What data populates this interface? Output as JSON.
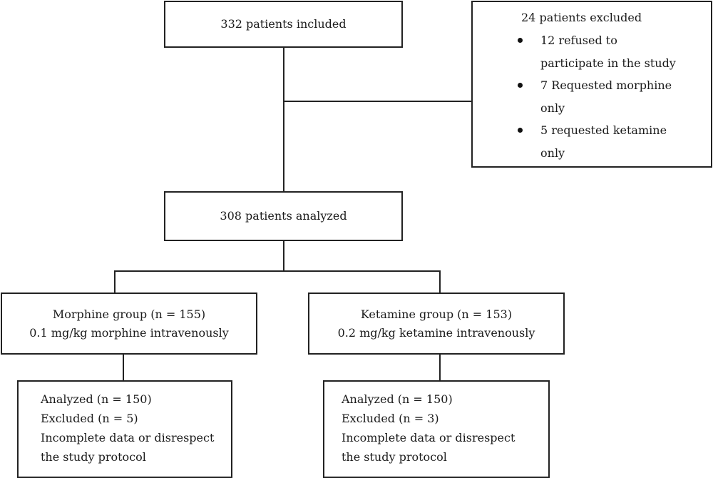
{
  "boxes": {
    "included": "332 patients included",
    "excluded": {
      "title": "24 patients excluded",
      "bullets": [
        [
          "12 refused to",
          "participate in the study"
        ],
        [
          "7 Requested morphine",
          "only"
        ],
        [
          "5 requested ketamine",
          "only"
        ]
      ]
    },
    "analyzed": "308 patients analyzed",
    "morphine": {
      "line1": "Morphine group (n = 155)",
      "line2": "0.1 mg/kg morphine intravenously"
    },
    "ketamine": {
      "line1": "Ketamine group (n = 153)",
      "line2": "0.2 mg/kg ketamine intravenously"
    },
    "morphine_outcome": [
      "Analyzed (n = 150)",
      "Excluded (n = 5)",
      "Incomplete data or disrespect",
      "the study protocol"
    ],
    "ketamine_outcome": [
      "Analyzed (n = 150)",
      "Excluded (n = 3)",
      "Incomplete data or disrespect",
      "the study protocol"
    ]
  }
}
